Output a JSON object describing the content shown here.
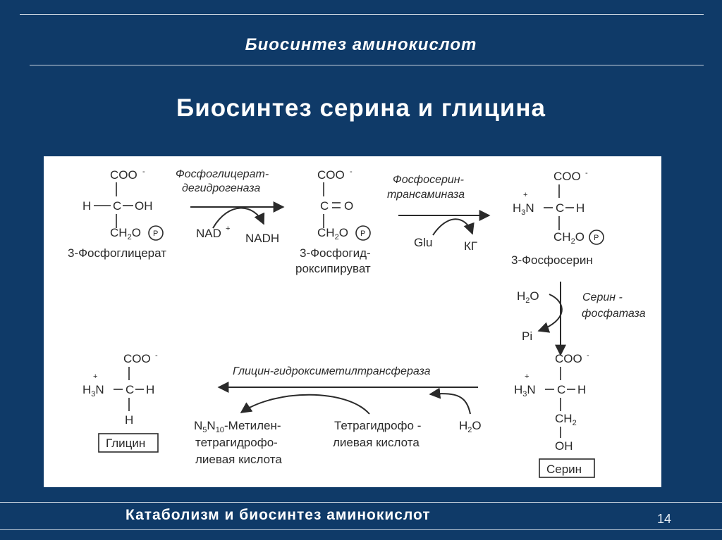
{
  "header": {
    "title": "Биосинтез аминокислот"
  },
  "slide": {
    "title": "Биосинтез серина  и глицина"
  },
  "footer": {
    "title": "Катаболизм и биосинтез аминокислот",
    "page_number": "14"
  },
  "diagram": {
    "coo": "COO",
    "minus": "-",
    "plus": "+",
    "h": "H",
    "c": "C",
    "oh": "OH",
    "p": "P",
    "h3n_h": "H",
    "h3n_3": "3",
    "h3n_n": "N",
    "ch2o_ch": "CH",
    "ch2o_2": "2",
    "ch2o_o": "O",
    "ch2_ch": "CH",
    "ch2_2": "2",
    "co_c": "C",
    "co_o": "O",
    "phosphoglycerate": "3-Фосфоглицерат",
    "phosphohydroxypyruvate_line1": "3-Фосфогид-",
    "phosphohydroxypyruvate_line2": "роксипируват",
    "phosphoserine": "3-Фосфосерин",
    "serine": "Серин",
    "glycine": "Глицин",
    "enzyme1_line1": "Фосфоглицерат-",
    "enzyme1_line2": "дегидрогеназа",
    "enzyme2_line1": "Фосфосерин-",
    "enzyme2_line2": "трансаминаза",
    "enzyme3_line1": "Серин -",
    "enzyme3_line2": "фосфатаза",
    "enzyme4": "Глицин-гидроксиметилтрансфераза",
    "nad": "NAD",
    "nadh": "NADH",
    "glu": "Glu",
    "kg": "КГ",
    "h2o_h": "H",
    "h2o_2": "2",
    "h2o_o": "O",
    "pi": "Pi",
    "n5": "N",
    "n5_sub": "5",
    "n10": "N",
    "n10_sub": "10",
    "methylene_line1": "-Метилен-",
    "methylene_line2": "тетрагидрофо-",
    "methylene_line3": "лиевая кислота",
    "thf_line1": "Тетрагидрофо -",
    "thf_line2": "лиевая кислота"
  }
}
